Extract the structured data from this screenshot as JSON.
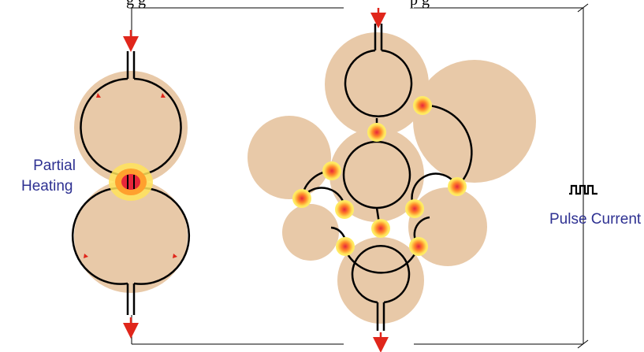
{
  "caption": {
    "left_fragment": "g   g",
    "right_fragment": "p   g"
  },
  "labels": {
    "partial_heating_line1": "Partial",
    "partial_heating_line2": "Heating",
    "pulse_current": "Pulse Current"
  },
  "icons": {
    "pulse": "pulse-waveform-icon",
    "current_arrow": "red-down-arrow-icon"
  },
  "colors": {
    "particle": "#e8c9a8",
    "neck_line": "#000000",
    "arrow": "#e0261b",
    "hotspot_outer": "#ffe35a",
    "hotspot_mid": "#ff9a2e",
    "hotspot_core": "#e8263a",
    "label_text": "#2e3192"
  }
}
